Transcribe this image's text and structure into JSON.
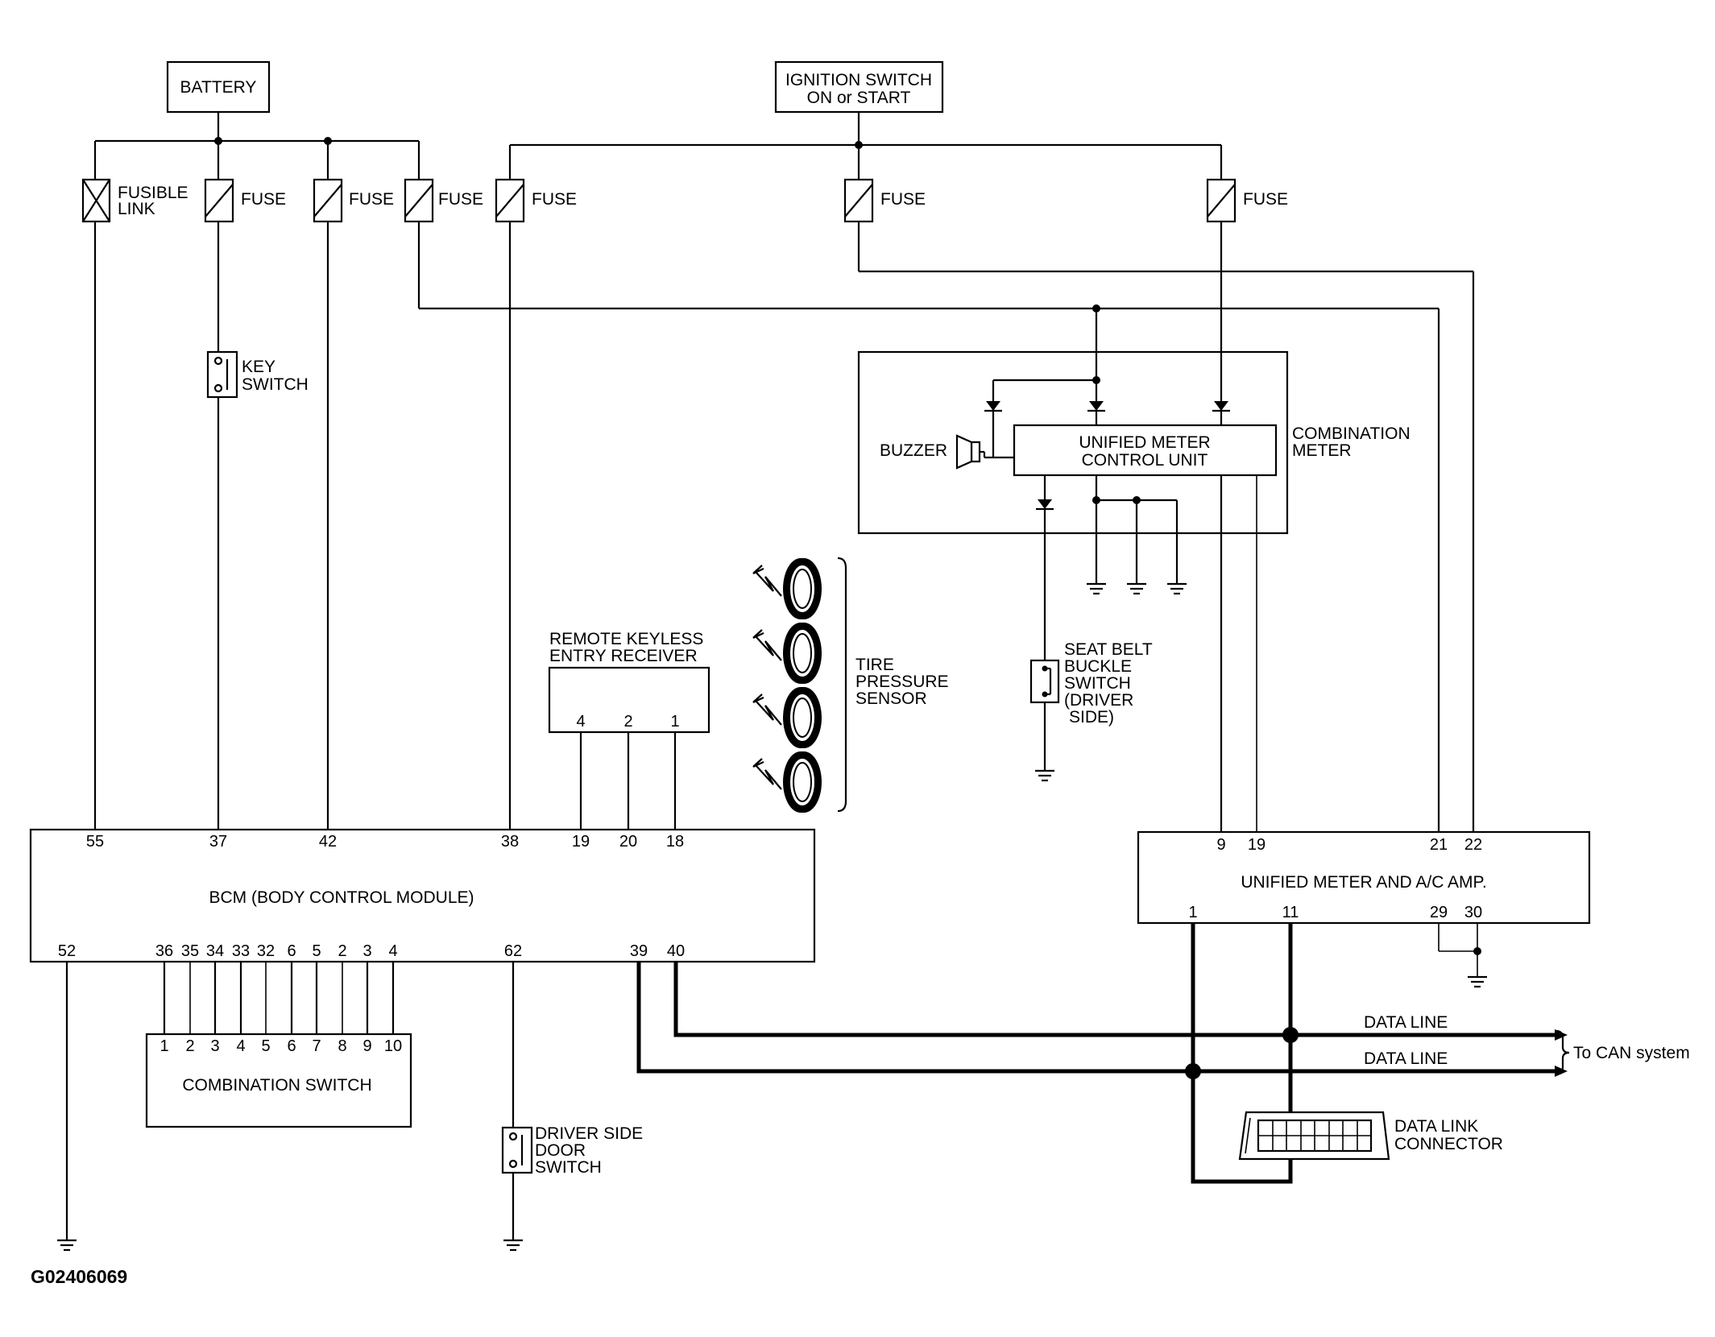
{
  "components": {
    "battery": "BATTERY",
    "ignition_line1": "IGNITION SWITCH",
    "ignition_line2": "ON or START",
    "fusible_link_line1": "FUSIBLE",
    "fusible_link_line2": "LINK",
    "fuse": "FUSE",
    "key_switch_line1": "KEY",
    "key_switch_line2": "SWITCH",
    "buzzer": "BUZZER",
    "meter_unit_line1": "UNIFIED METER",
    "meter_unit_line2": "CONTROL UNIT",
    "combination_meter_line1": "COMBINATION",
    "combination_meter_line2": "METER",
    "seat_belt_line1": "SEAT BELT",
    "seat_belt_line2": "BUCKLE",
    "seat_belt_line3": "SWITCH",
    "seat_belt_line4": "(DRIVER",
    "seat_belt_line5": "SIDE)",
    "keyless_line1": "REMOTE KEYLESS",
    "keyless_line2": "ENTRY RECEIVER",
    "tire_line1": "TIRE",
    "tire_line2": "PRESSURE",
    "tire_line3": "SENSOR",
    "bcm": "BCM (BODY CONTROL MODULE)",
    "amp": "UNIFIED METER AND A/C AMP.",
    "combination_switch": "COMBINATION SWITCH",
    "door_switch_line1": "DRIVER SIDE",
    "door_switch_line2": "DOOR",
    "door_switch_line3": "SWITCH",
    "data_line": "DATA LINE",
    "can_system": "To CAN system",
    "dlc_line1": "DATA LINK",
    "dlc_line2": "CONNECTOR",
    "figure_code": "G02406069"
  },
  "pins": {
    "keyless": [
      "4",
      "2",
      "1"
    ],
    "bcm_top": [
      "55",
      "37",
      "42",
      "38",
      "19",
      "20",
      "18"
    ],
    "bcm_bottom": [
      "52",
      "36",
      "35",
      "34",
      "33",
      "32",
      "6",
      "5",
      "2",
      "3",
      "4",
      "62",
      "39",
      "40"
    ],
    "combination_switch": [
      "1",
      "2",
      "3",
      "4",
      "5",
      "6",
      "7",
      "8",
      "9",
      "10"
    ],
    "amp_top": [
      "9",
      "19",
      "21",
      "22"
    ],
    "amp_bottom": [
      "1",
      "11",
      "29",
      "30"
    ]
  }
}
